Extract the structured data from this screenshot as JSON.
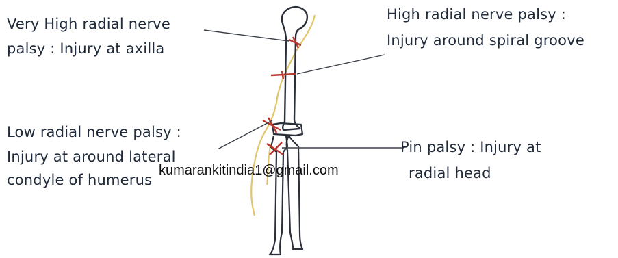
{
  "labels": {
    "very_high": {
      "line1": "Very High radial nerve",
      "line2": "palsy : Injury at axilla"
    },
    "high": {
      "line1": "High radial nerve palsy :",
      "line2": "Injury around spiral groove"
    },
    "low": {
      "line1": "Low radial nerve palsy  :",
      "line2": "Injury at around lateral",
      "line3": "condyle of humerus"
    },
    "pin": {
      "line1": "Pin palsy : Injury at",
      "line2": "radial head"
    }
  },
  "watermark": "kumarankitindia1@gmail.com",
  "colors": {
    "ink": "#1f2a3a",
    "bone": "#2a2f3a",
    "nerve": "#e2c56a",
    "injury": "#b5362f",
    "leader": "#3a3f48"
  }
}
